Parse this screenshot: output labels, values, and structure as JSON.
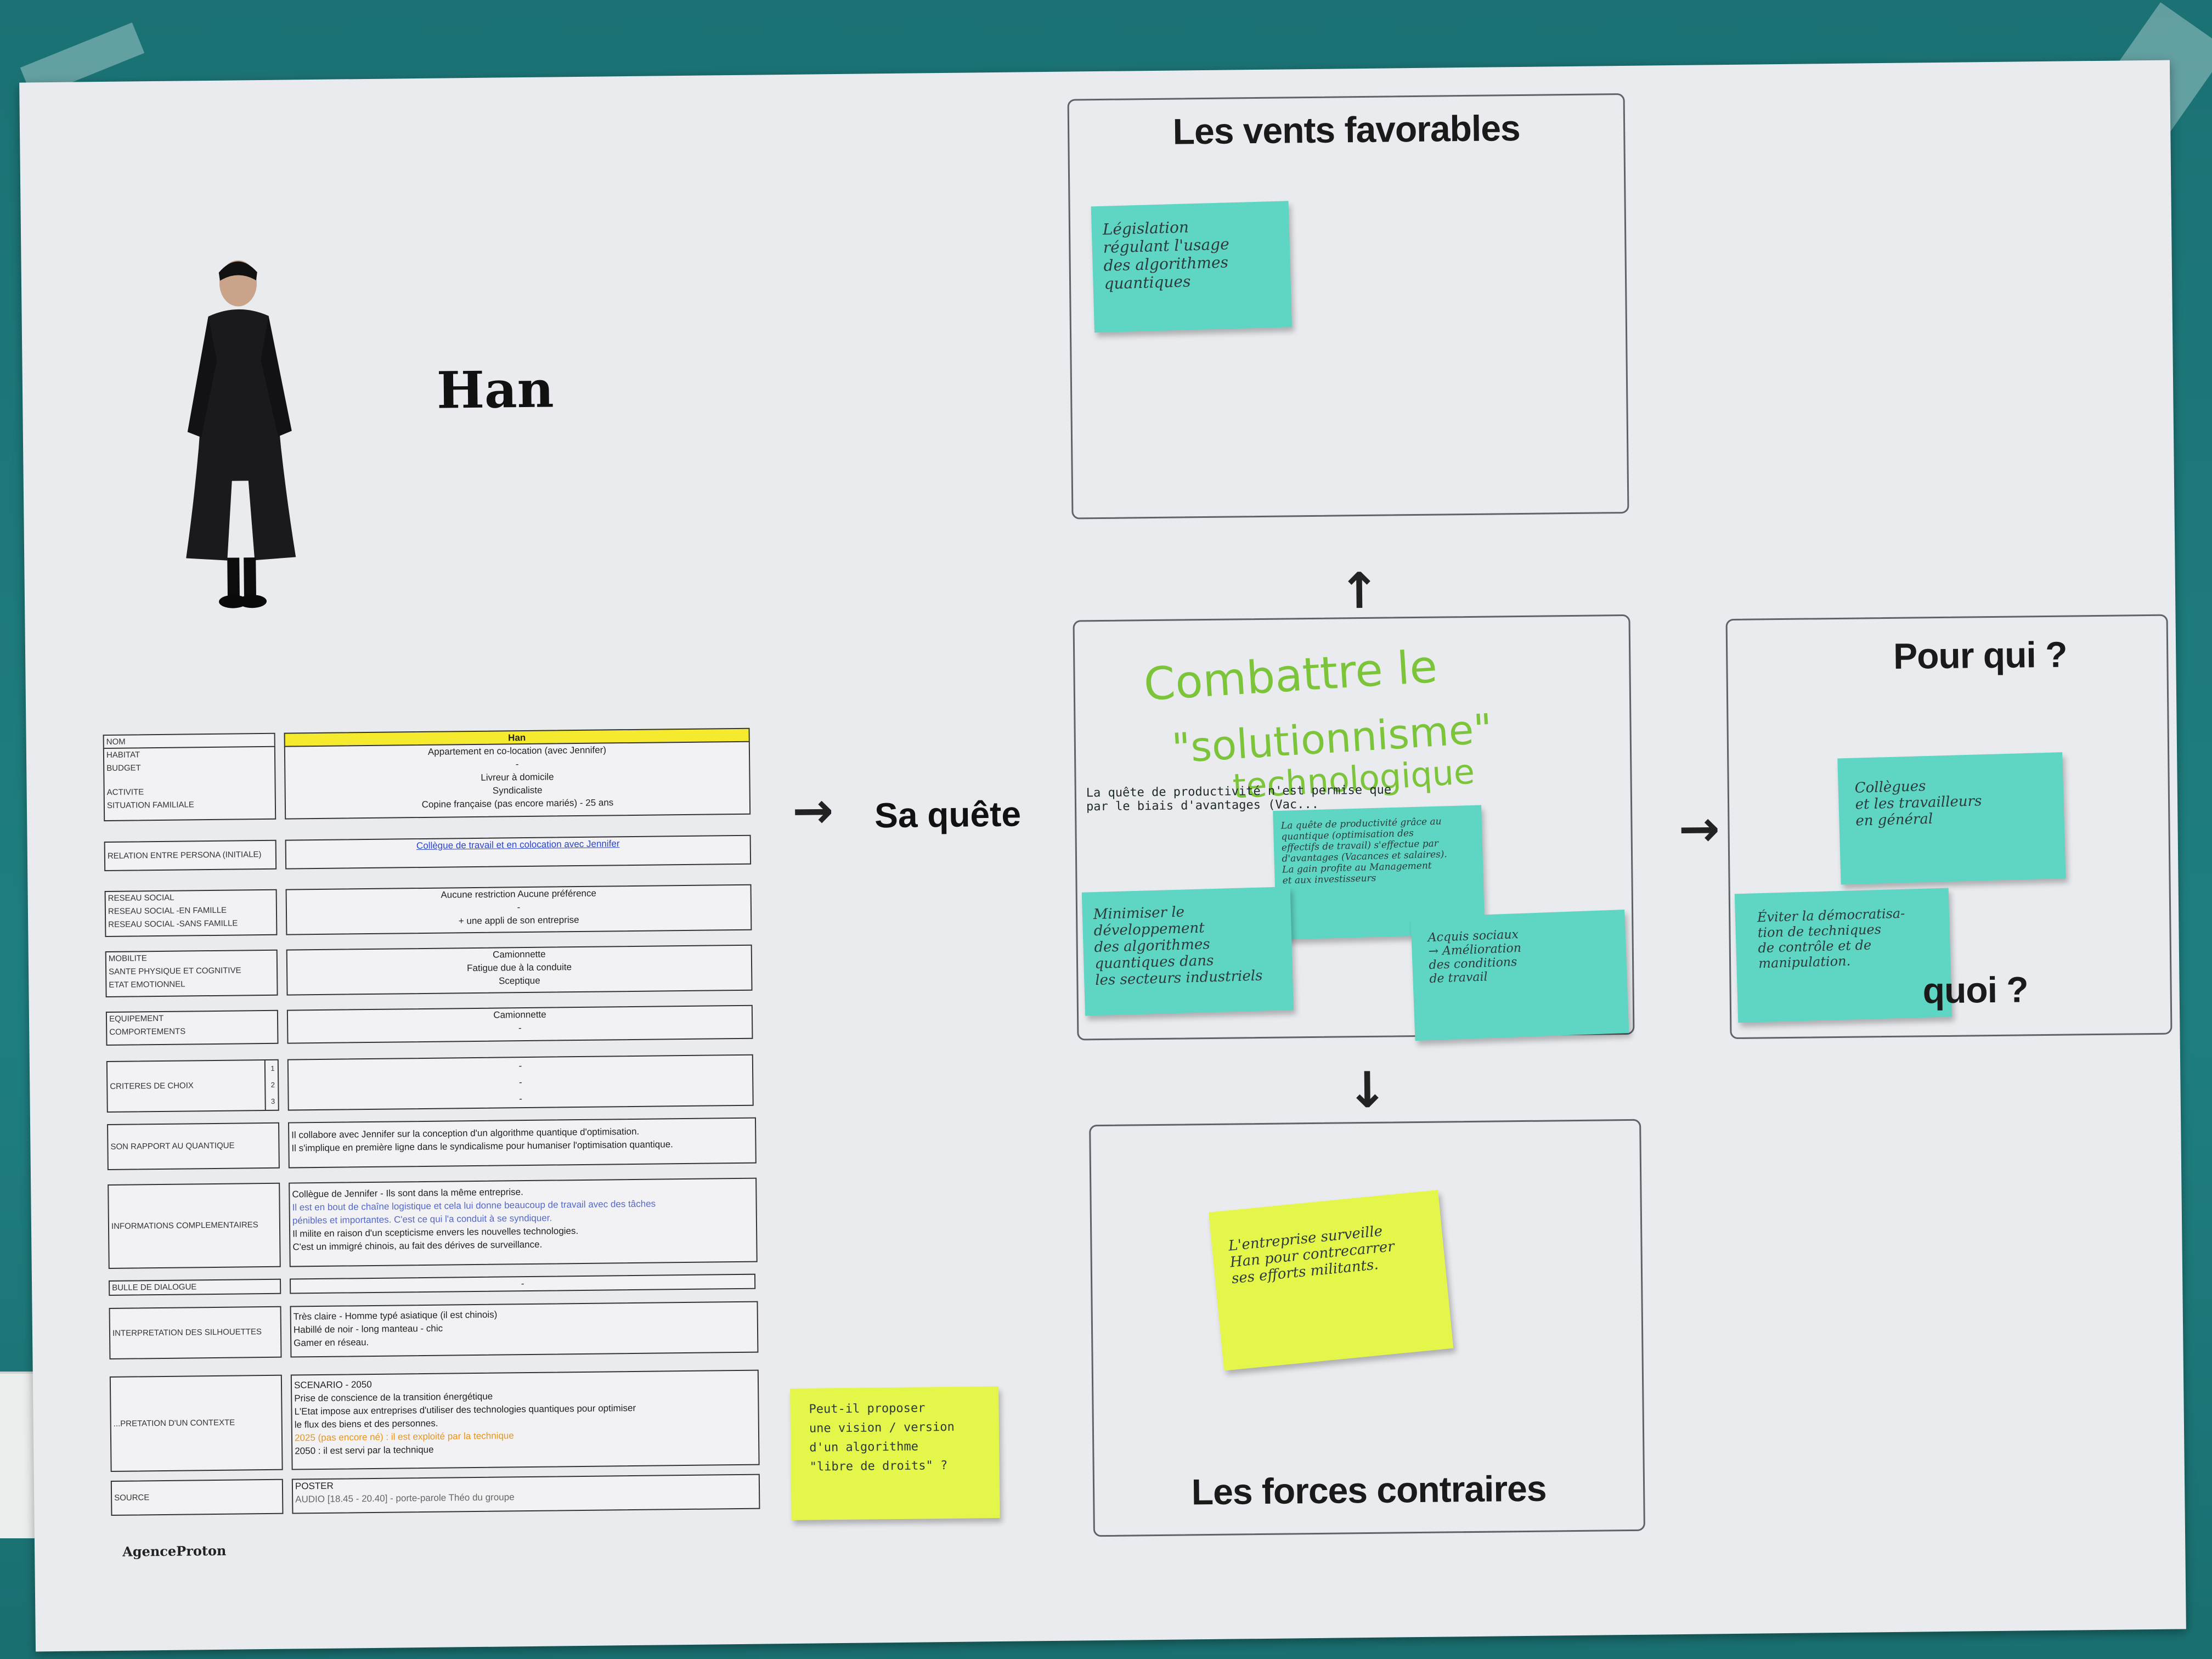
{
  "persona": {
    "name": "Han",
    "logo": "AgenceProton"
  },
  "table": {
    "rows": [
      {
        "labels": [
          "NOM"
        ],
        "values": [
          "Han"
        ],
        "header": true
      },
      {
        "labels": [
          "HABITAT",
          "BUDGET",
          "ACTIVITE",
          "SITUATION FAMILIALE"
        ],
        "values": [
          "Appartement en co-location (avec Jennifer)",
          "-",
          "Livreur à domicile",
          "Syndicaliste",
          "Copine française (pas encore mariés) - 25 ans"
        ]
      },
      {
        "labels": [
          "RELATION ENTRE PERSONA (initiale)"
        ],
        "values": [
          "Collègue de travail et en colocation avec Jennifer"
        ]
      },
      {
        "labels": [
          "RESEAU SOCIAL",
          "RESEAU SOCIAL -en famille",
          "RESEAU SOCIAL -sans famille"
        ],
        "values": [
          "Aucune restriction Aucune préférence",
          "-",
          "+ une appli de son entreprise"
        ]
      },
      {
        "labels": [
          "MOBILITE",
          "SANTE PHYSIQUE ET COGNITIVE",
          "ETAT EMOTIONNEL"
        ],
        "values": [
          "Camionnette",
          "Fatigue due à la conduite",
          "Sceptique"
        ]
      },
      {
        "labels": [
          "EQUIPEMENT",
          "COMPORTEMENTS"
        ],
        "values": [
          "Camionnette",
          "-"
        ]
      },
      {
        "labels": [
          "CRITERES DE CHOIX"
        ],
        "numbers": [
          "1",
          "2",
          "3"
        ],
        "values": [
          "-",
          "-",
          "-"
        ]
      },
      {
        "labels": [
          "SON RAPPORT AU QUANTIQUE"
        ],
        "values": [
          "Il collabore avec Jennifer sur la conception d'un algorithme quantique d'optimisation.",
          "Il s'implique en première ligne dans le syndicalisme pour humaniser l'optimisation quantique."
        ]
      },
      {
        "labels": [
          "INFORMATIONS COMPLEMENTAIRES"
        ],
        "values": [
          "Collègue de Jennifer - Ils sont dans la même entreprise.",
          "Il est en bout de chaîne logistique et cela lui donne beaucoup de travail avec des tâches",
          "pénibles et importantes. C'est ce qui l'a conduit à se syndiquer.",
          "Il milite en raison d'un scepticisme envers les nouvelles technologies.",
          "C'est un immigré chinois, au fait des dérives de surveillance."
        ]
      },
      {
        "labels": [
          "BULLE DE DIALOGUE"
        ],
        "values": [
          "-"
        ]
      },
      {
        "labels": [
          "INTERPRETATION DES SILHOUETTES"
        ],
        "values": [
          "Très claire - Homme typé asiatique (il est chinois)",
          "Habillé de noir - long manteau - chic",
          "Gamer en réseau."
        ]
      },
      {
        "labels": [
          "...PRETATION D'UN CONTEXTE"
        ],
        "values": [
          "SCENARIO - 2050",
          "Prise de conscience de la transition énergétique",
          "L'Etat impose aux entreprises d'utiliser des technologies quantiques pour optimiser",
          "le flux des biens et des personnes.",
          "2025 (pas encore né) : il est exploité par la technique",
          "2050 : il est servi par la technique"
        ]
      },
      {
        "labels": [
          "SOURCE"
        ],
        "values": [
          "POSTER",
          "AUDIO [18.45 - 20.40] - porte-parole Théo du groupe"
        ]
      }
    ]
  },
  "quest": {
    "label": "Sa quête",
    "goal_line1": "Combattre le",
    "goal_line2": "\"solutionnisme\"",
    "goal_line3": "technologique",
    "subnote": "La quête de productivité n'est permise que par le biais d'avantages (Vac...",
    "notes": [
      {
        "lines": [
          "La quête de productivité grâce au",
          "quantique (optimisation des",
          "effectifs de travail) s'effectue par",
          "d'avantages (Vacances et salaires).",
          "La gain profite au Management",
          "et aux investisseurs"
        ]
      },
      {
        "lines": [
          "Minimiser le",
          "développement",
          "des algorithmes",
          "quantiques dans",
          "les secteurs industriels"
        ]
      },
      {
        "lines": [
          "Acquis sociaux",
          "→ Amélioration",
          "des conditions",
          "de travail"
        ]
      }
    ]
  },
  "favorables": {
    "title": "Les vents favorables",
    "note": [
      "Législation",
      "régulant l'usage",
      "des algorithmes",
      "quantiques"
    ]
  },
  "contraires": {
    "title": "Les forces contraires",
    "note": [
      "L'entreprise surveille",
      "Han pour contrecarrer",
      "ses efforts militants."
    ]
  },
  "pour_qui": {
    "title": "Pour qui ?",
    "title2": "quoi ?",
    "note1": [
      "Collègues",
      "et les travailleurs",
      "en général"
    ],
    "note2": [
      "Éviter la démocratisa-",
      "tion de techniques",
      "de contrôle et de",
      "manipulation."
    ]
  },
  "free_note": {
    "lines": [
      "Peut-il proposer",
      "une vision / version",
      "d'un algorithme",
      "\"libre de droits\" ?"
    ]
  },
  "colors": {
    "wall": "#1d7a7b",
    "poster": "#eaebef",
    "teal_note": "#5fd6c3",
    "yellow_note": "#e5f64b",
    "table_header": "#f5ea2e",
    "goal_green": "#7cc43a"
  },
  "icons": [
    "arrow-right-icon",
    "arrow-up-icon",
    "arrow-down-icon",
    "persona-figure"
  ]
}
